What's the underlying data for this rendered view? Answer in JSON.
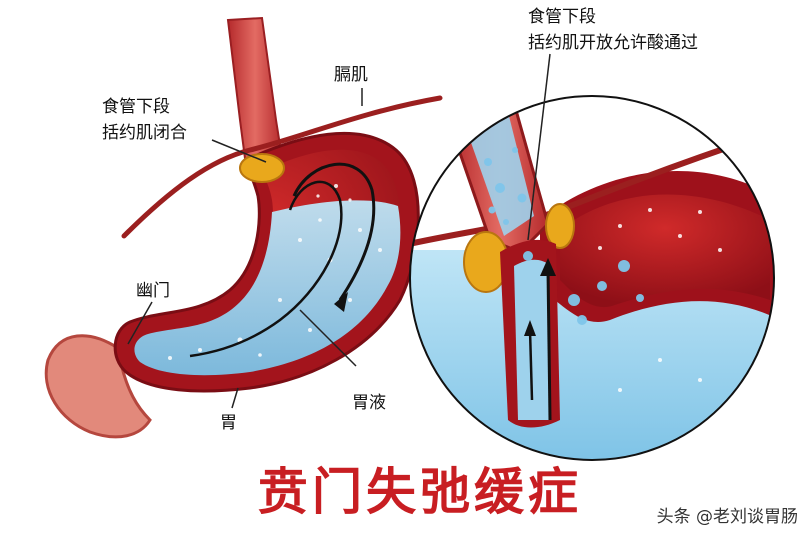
{
  "labels": {
    "les_closed_line1": "食管下段",
    "les_closed_line2": "括约肌闭合",
    "diaphragm": "膈肌",
    "les_open_line1": "食管下段",
    "les_open_line2": "括约肌开放允许酸通过",
    "pylorus": "幽门",
    "gastric_juice": "胃液",
    "stomach": "胃"
  },
  "title": "贲门失弛缓症",
  "watermark": "头条 @老刘谈胃肠",
  "colors": {
    "title": "#c81e22",
    "stomach_wall": "#a3141c",
    "gastric_juice": "#9fd4ee",
    "esophagus": "#c9413f",
    "sphincter": "#e9a81c"
  }
}
